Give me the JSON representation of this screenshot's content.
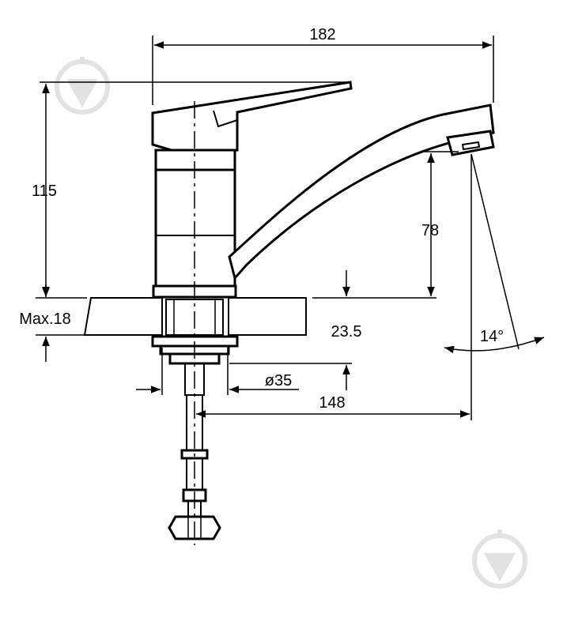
{
  "dimensions": {
    "overall_width": "182",
    "height_above_deck": "115",
    "spout_clearance": "78",
    "max_deck_thickness": "Max.18",
    "body_offset": "23.5",
    "base_diameter": "ø35",
    "spout_reach": "148",
    "spout_angle": "14°"
  },
  "colors": {
    "line": "#000000",
    "watermark": "#e2e2e2",
    "background": "#ffffff"
  },
  "icons": {
    "watermark": "drop-logo-icon"
  }
}
